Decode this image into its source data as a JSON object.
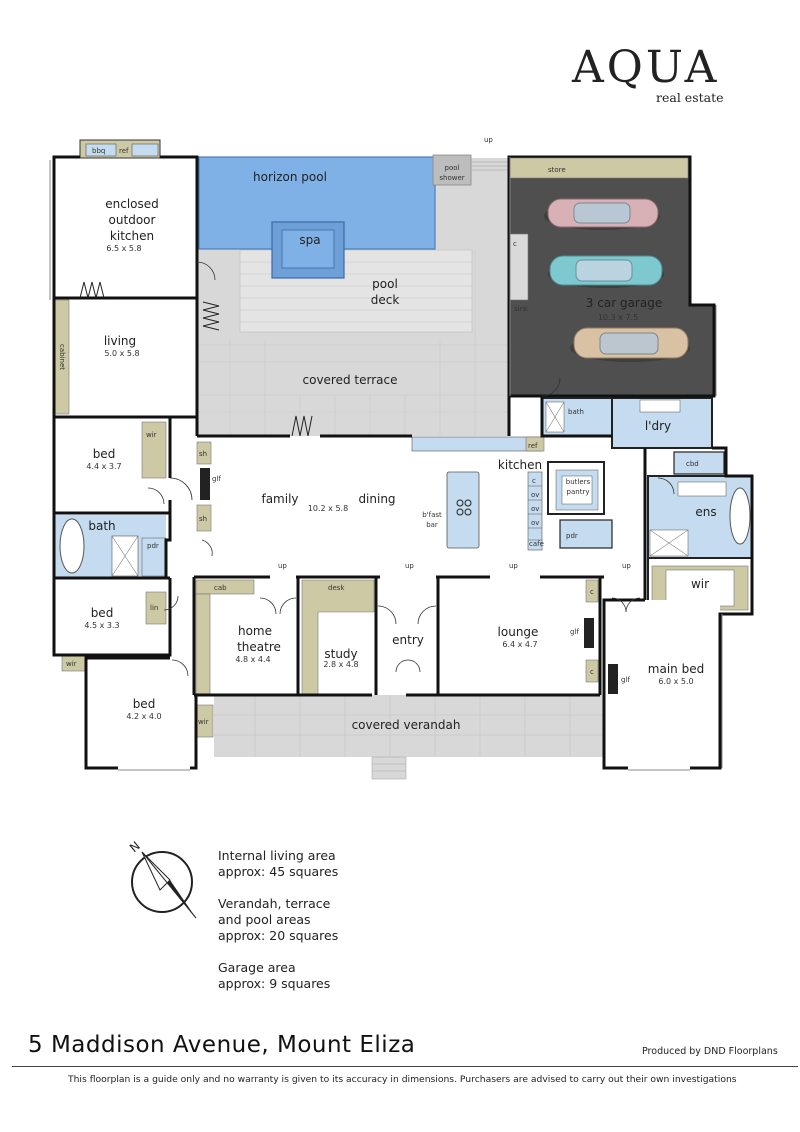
{
  "brand": {
    "logo_text": "AQUA",
    "logo_sub": "real estate",
    "accent_color": "#8aa8b8"
  },
  "address": "5  Maddison Avenue, Mount Eliza",
  "credit": "Produced by DND Floorplans",
  "disclaimer": "This floorplan is a guide only and no warranty is given to  its accuracy in dimensions.  Purchasers are advised to carry out their own investigations",
  "areas": {
    "internal_1": "Internal living  area",
    "internal_2": "approx: 45 squares",
    "outdoor_1": "Verandah, terrace",
    "outdoor_2": "and pool areas",
    "outdoor_3": "approx: 20 squares",
    "garage_1": "Garage area",
    "garage_2": "approx: 9 squares"
  },
  "compass": {
    "label": "N",
    "icon": "compass-icon"
  },
  "colors": {
    "pool": "#7fb0e6",
    "garage": "#4a4a4a",
    "terrace": "#d6d6d6",
    "joinery": "#ccc9a4",
    "wet": "#c5dbef",
    "wall": "#111111"
  },
  "rooms": {
    "kitchen_out": {
      "line1": "enclosed",
      "line2": "outdoor",
      "line3": "kitchen",
      "dim": "6.5 x 5.8"
    },
    "bbq": "bbq",
    "ref_top": "ref",
    "living": {
      "name": "living",
      "dim": "5.0 x 5.8"
    },
    "cabinet": "cabinet",
    "pool": "horizon pool",
    "spa": "spa",
    "pool_shower_1": "pool",
    "pool_shower_2": "shower",
    "pool_deck_1": "pool",
    "pool_deck_2": "deck",
    "covered_terrace": "covered terrace",
    "store": "store",
    "garage": {
      "name": "3 car garage",
      "dim": "10.3 x 7.5"
    },
    "garage_c": "c",
    "sink": "sink",
    "up_top": "up",
    "bed1": {
      "name": "bed",
      "dim": "4.4 x 3.7",
      "wir": "wir"
    },
    "bath": "bath",
    "pdr_left": "pdr",
    "bed2": {
      "name": "bed",
      "dim": "4.5 x 3.3",
      "lin": "lin",
      "wir": "wir"
    },
    "bed3": {
      "name": "bed",
      "dim": "4.2 x 4.0",
      "wir": "wir"
    },
    "sh1": "sh",
    "glf_left": "glf",
    "sh2": "sh",
    "family": "family",
    "dining": "dining",
    "family_dim": "10.2 x 5.8",
    "bfast_1": "b'fast",
    "bfast_2": "bar",
    "kitchen": "kitchen",
    "ref_k": "ref",
    "bath_g": "bath",
    "ldry": "l'dry",
    "cbd": "cbd",
    "butlers_1": "butlers",
    "butlers_2": "pantry",
    "k_c": "c",
    "ov1": "ov",
    "ov2": "ov",
    "ov3": "ov",
    "cafe": "cafe",
    "pdr_k": "pdr",
    "ens": "ens",
    "wir_main": "wir",
    "up1": "up",
    "up2": "up",
    "up3": "up",
    "up4": "up",
    "cab": "cab",
    "home_theatre": {
      "line1": "home",
      "line2": "theatre",
      "dim": "4.8 x 4.4"
    },
    "desk": "desk",
    "study": {
      "name": "study",
      "dim": "2.8 x 4.8"
    },
    "entry": "entry",
    "lounge": {
      "name": "lounge",
      "dim": "6.4 x 4.7",
      "glf": "glf",
      "c1": "c",
      "c2": "c"
    },
    "main_bed": {
      "name": "main bed",
      "dim": "6.0 x 5.0",
      "glf": "glf"
    },
    "covered_verandah": "covered verandah"
  }
}
